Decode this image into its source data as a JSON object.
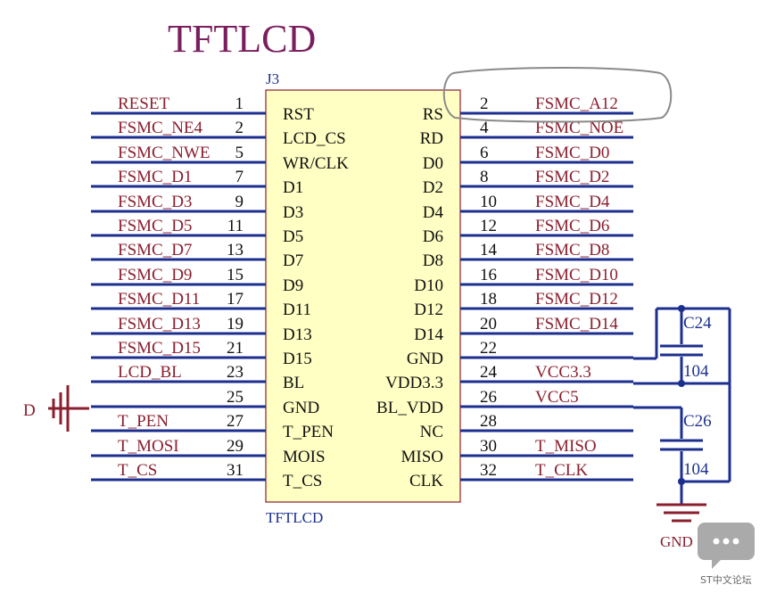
{
  "title": "TFTLCD",
  "connector": {
    "ref": "J3",
    "value": "TFTLCD",
    "left_pins": [
      {
        "num": "1",
        "name": "RST",
        "net": "RESET"
      },
      {
        "num": "2",
        "name": "LCD_CS",
        "net": "FSMC_NE4"
      },
      {
        "num": "5",
        "name": "WR/CLK",
        "net": "FSMC_NWE"
      },
      {
        "num": "7",
        "name": "D1",
        "net": "FSMC_D1"
      },
      {
        "num": "9",
        "name": "D3",
        "net": "FSMC_D3"
      },
      {
        "num": "11",
        "name": "D5",
        "net": "FSMC_D5"
      },
      {
        "num": "13",
        "name": "D7",
        "net": "FSMC_D7"
      },
      {
        "num": "15",
        "name": "D9",
        "net": "FSMC_D9"
      },
      {
        "num": "17",
        "name": "D11",
        "net": "FSMC_D11"
      },
      {
        "num": "19",
        "name": "D13",
        "net": "FSMC_D13"
      },
      {
        "num": "21",
        "name": "D15",
        "net": "FSMC_D15"
      },
      {
        "num": "23",
        "name": "BL",
        "net": "LCD_BL"
      },
      {
        "num": "25",
        "name": "GND",
        "net": ""
      },
      {
        "num": "27",
        "name": "T_PEN",
        "net": "T_PEN"
      },
      {
        "num": "29",
        "name": "MOIS",
        "net": "T_MOSI"
      },
      {
        "num": "31",
        "name": "T_CS",
        "net": "T_CS"
      }
    ],
    "right_pins": [
      {
        "num": "2",
        "name": "RS",
        "net": "FSMC_A12"
      },
      {
        "num": "4",
        "name": "RD",
        "net": "FSMC_NOE"
      },
      {
        "num": "6",
        "name": "D0",
        "net": "FSMC_D0"
      },
      {
        "num": "8",
        "name": "D2",
        "net": "FSMC_D2"
      },
      {
        "num": "10",
        "name": "D4",
        "net": "FSMC_D4"
      },
      {
        "num": "12",
        "name": "D6",
        "net": "FSMC_D6"
      },
      {
        "num": "14",
        "name": "D8",
        "net": "FSMC_D8"
      },
      {
        "num": "16",
        "name": "D10",
        "net": "FSMC_D10"
      },
      {
        "num": "18",
        "name": "D12",
        "net": "FSMC_D12"
      },
      {
        "num": "20",
        "name": "D14",
        "net": "FSMC_D14"
      },
      {
        "num": "22",
        "name": "GND",
        "net": ""
      },
      {
        "num": "24",
        "name": "VDD3.3",
        "net": "VCC3.3"
      },
      {
        "num": "26",
        "name": "BL_VDD",
        "net": "VCC5"
      },
      {
        "num": "28",
        "name": "NC",
        "net": ""
      },
      {
        "num": "30",
        "name": "MISO",
        "net": "T_MISO"
      },
      {
        "num": "32",
        "name": "CLK",
        "net": "T_CLK"
      }
    ]
  },
  "capacitors": [
    {
      "ref": "C24",
      "value": "104"
    },
    {
      "ref": "C26",
      "value": "104"
    }
  ],
  "gnd_label": "GND",
  "d_label": "D",
  "watermark": "ST中文论坛",
  "colors": {
    "wire": "#1c2f8f",
    "net_label": "#8a1f2e",
    "body_fill": "#ffffc4",
    "body_stroke": "#8a1f2e",
    "title": "#7a1f5e",
    "gnd": "#8a1f2e",
    "annotation": "#8a8a8a"
  }
}
